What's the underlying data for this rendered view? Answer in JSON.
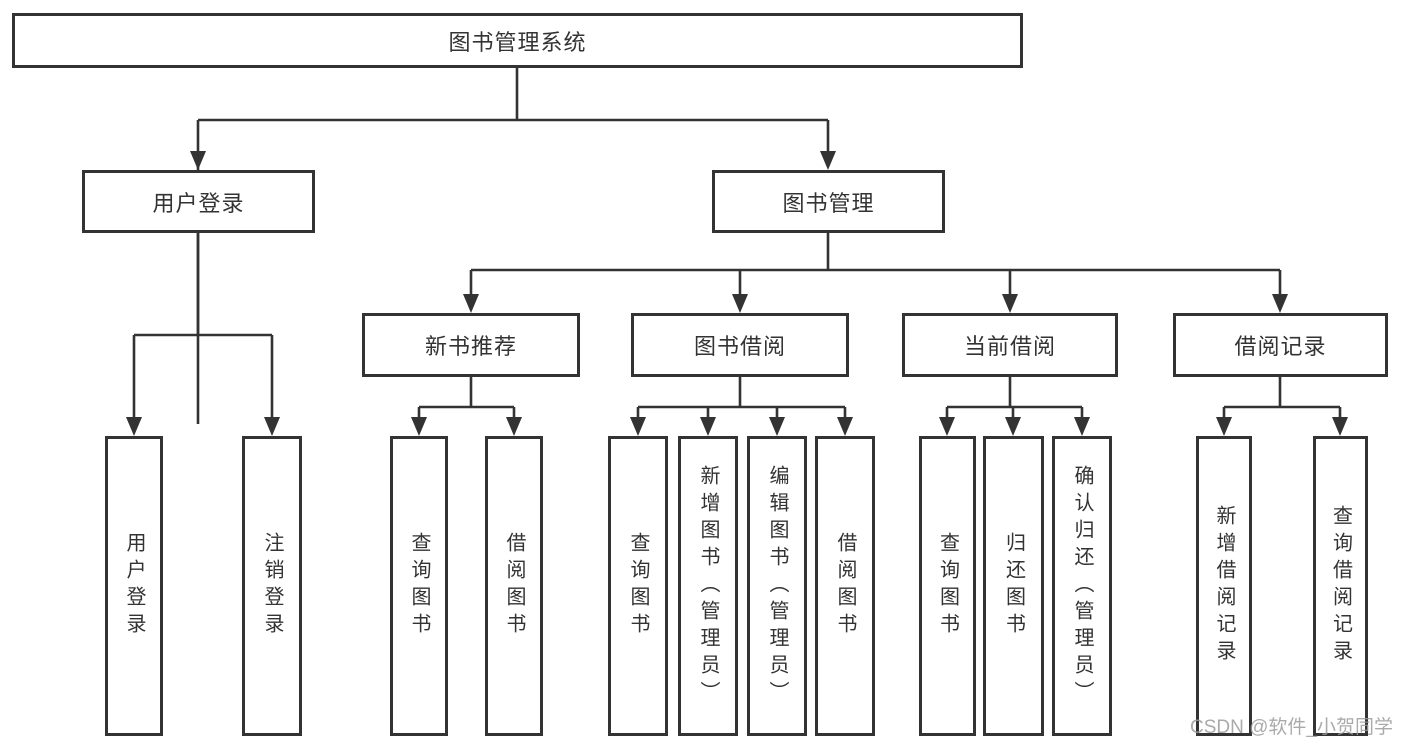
{
  "tree": {
    "label": "图书管理系统",
    "children": [
      {
        "label": "用户登录",
        "children": [
          {
            "label": "用户登录"
          },
          {
            "label": "注销登录"
          }
        ]
      },
      {
        "label": "图书管理",
        "children": [
          {
            "label": "新书推荐",
            "children": [
              {
                "label": "查询图书"
              },
              {
                "label": "借阅图书"
              }
            ]
          },
          {
            "label": "图书借阅",
            "children": [
              {
                "label": "查询图书"
              },
              {
                "label": "新增图书（管理员）"
              },
              {
                "label": "编辑图书（管理员）"
              },
              {
                "label": "借阅图书"
              }
            ]
          },
          {
            "label": "当前借阅",
            "children": [
              {
                "label": "查询图书"
              },
              {
                "label": "归还图书"
              },
              {
                "label": "确认归还（管理员）"
              }
            ]
          },
          {
            "label": "借阅记录",
            "children": [
              {
                "label": "新增借阅记录"
              },
              {
                "label": "查询借阅记录"
              }
            ]
          }
        ]
      }
    ]
  },
  "watermark": {
    "text": "CSDN @软件_小贺同学"
  },
  "colors": {
    "line": "#333333",
    "text": "#333333",
    "background": "#ffffff",
    "watermark": "#9c9c9c"
  }
}
